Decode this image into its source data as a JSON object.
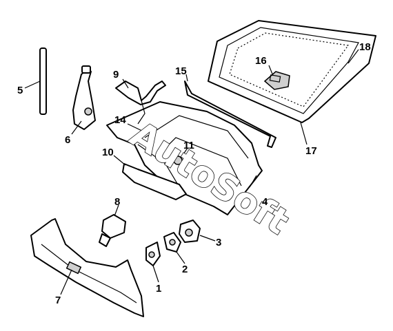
{
  "diagram": {
    "watermark": "AutoSoft",
    "callouts": [
      "1",
      "2",
      "3",
      "4",
      "5",
      "6",
      "7",
      "8",
      "9",
      "10",
      "11",
      "14",
      "15",
      "16",
      "17",
      "18"
    ]
  }
}
